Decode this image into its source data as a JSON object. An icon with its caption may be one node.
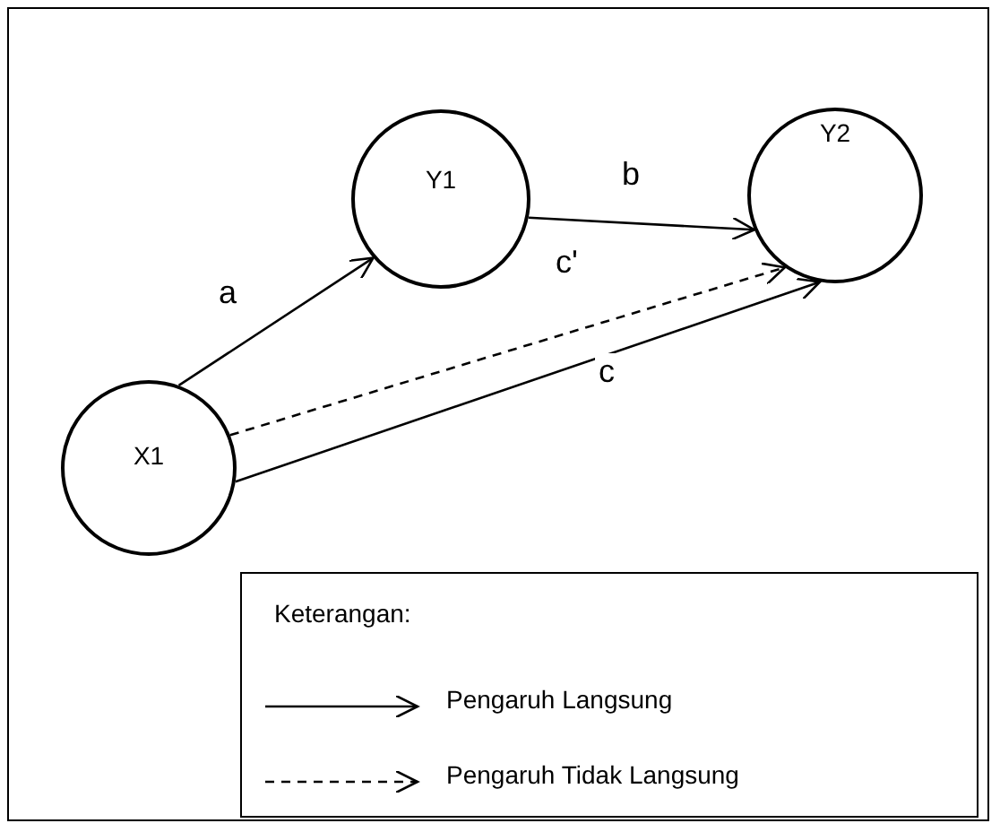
{
  "diagram": {
    "nodes": [
      {
        "text": [
          "Y1"
        ]
      },
      {
        "text": [
          "Y2"
        ]
      },
      {
        "text": [
          "X1"
        ]
      }
    ],
    "edges": [
      {
        "from": 2,
        "to": 0,
        "arrow": "to",
        "label": "a"
      },
      {
        "from": 0,
        "to": 1,
        "arrow": "to",
        "label": "b"
      },
      {
        "from": 2,
        "to": 1,
        "arrow": "to",
        "label": "c'",
        "style": "dashed"
      },
      {
        "from": 2,
        "to": 1,
        "arrow": "to",
        "label": "c"
      }
    ],
    "labels": [
      "Keterangan:"
    ],
    "legend": [
      {
        "text": "Pengaruh Langsung"
      },
      {
        "text": "Pengaruh Tidak Langsung"
      }
    ]
  }
}
